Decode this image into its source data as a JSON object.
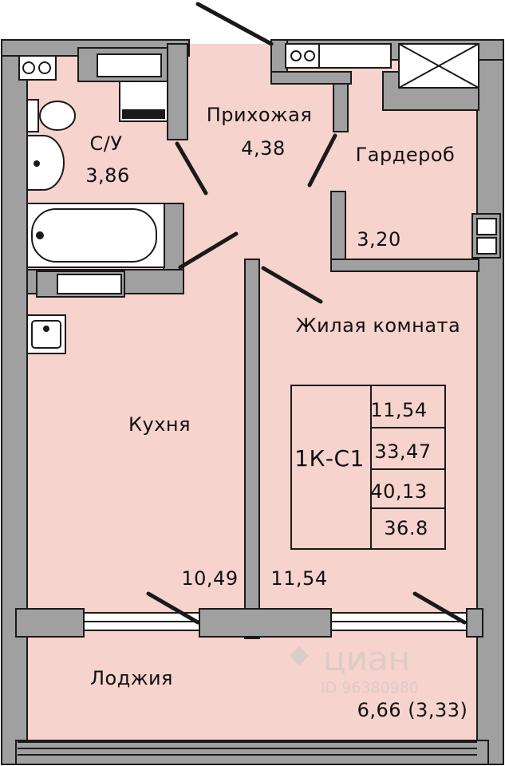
{
  "rooms": {
    "hallway": {
      "name": "Прихожая",
      "area": "4,38"
    },
    "bathroom": {
      "name": "С/У",
      "area": "3,86"
    },
    "wardrobe": {
      "name": "Гардероб",
      "area": "3,20"
    },
    "living": {
      "name": "Жилая комната",
      "area": "11,54"
    },
    "kitchen": {
      "name": "Кухня",
      "area": "10,49"
    },
    "loggia": {
      "name": "Лоджия",
      "area": "6,66 (3,33)"
    }
  },
  "summary": {
    "type_code": "1К-С1",
    "living_area": "11,54",
    "total_area_a": "33,47",
    "total_area_b": "40,13",
    "total_area_c": "36.8"
  },
  "watermark": {
    "brand": "циан",
    "id": "ID 96380980"
  },
  "colors": {
    "floor": "#f6d3cc",
    "wall": "#a0a0a0",
    "outline": "#1a1a1a"
  }
}
